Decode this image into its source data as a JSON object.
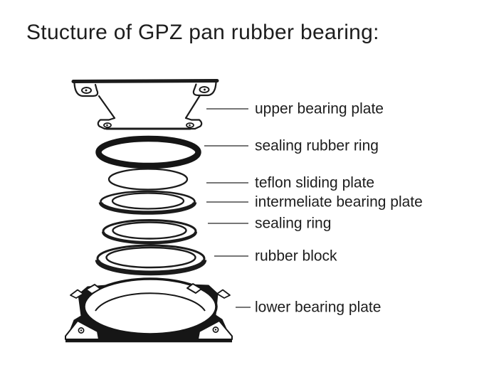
{
  "title": "Stucture of GPZ pan rubber bearing:",
  "diagram": {
    "name": "GPZ pan rubber bearing exploded view",
    "parts": [
      {
        "id": "upper-bearing-plate",
        "label": "upper bearing plate"
      },
      {
        "id": "sealing-rubber-ring",
        "label": "sealing rubber ring"
      },
      {
        "id": "teflon-sliding-plate",
        "label": "teflon sliding plate"
      },
      {
        "id": "intermeliate-bearing-plate",
        "label": "intermeliate bearing plate"
      },
      {
        "id": "sealing-ring",
        "label": "sealing ring"
      },
      {
        "id": "rubber-block",
        "label": "rubber block"
      },
      {
        "id": "lower-bearing-plate",
        "label": "lower bearing plate"
      }
    ],
    "colors": {
      "ink": "#1b1b1b",
      "background": "#ffffff",
      "leader_line": "#4a4a4a"
    }
  }
}
